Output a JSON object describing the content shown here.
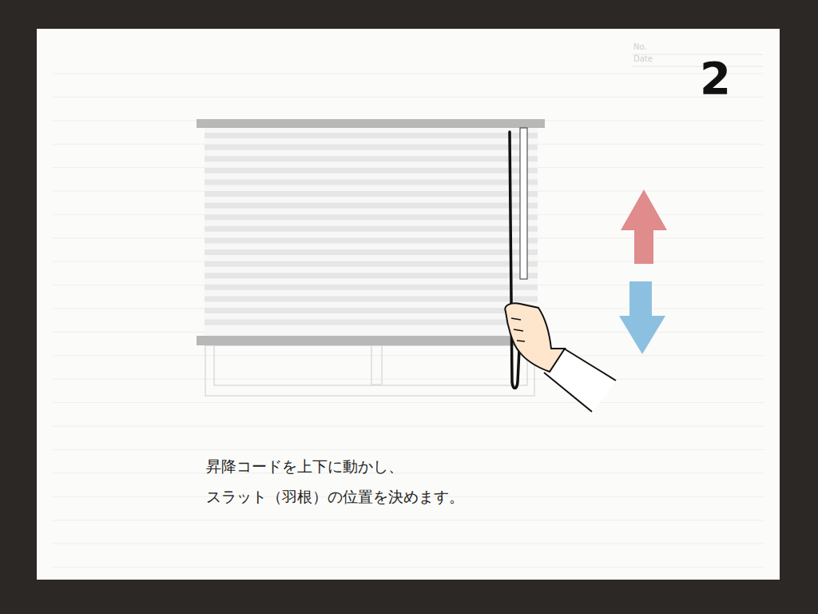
{
  "diagram": {
    "labels": [
      "No.",
      "Date",
      "2",
      "昇降コードを上下に動かし、",
      "スラット（羽根）の位置を決めます。"
    ]
  }
}
